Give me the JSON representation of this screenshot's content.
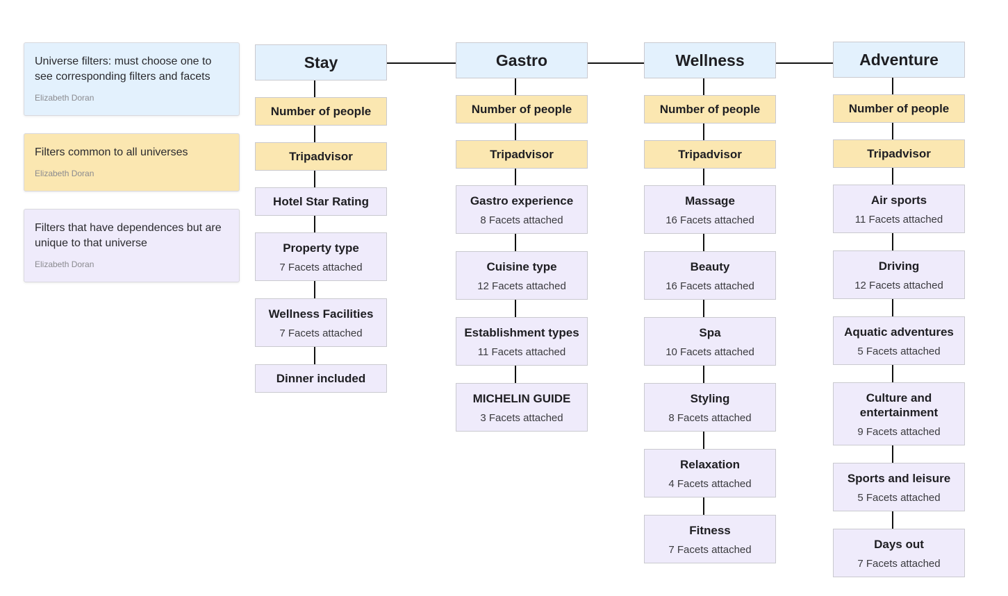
{
  "legend": [
    {
      "text": "Universe filters: must choose one to see corresponding filters and facets",
      "author": "Elizabeth Doran",
      "color": "#e3f1fd"
    },
    {
      "text": "Filters common to all universes",
      "author": "Elizabeth Doran",
      "color": "#fbe7b1"
    },
    {
      "text": "Filters that have dependences but are unique to that universe",
      "author": "Elizabeth Doran",
      "color": "#efebfb"
    }
  ],
  "colors": {
    "universe": "#e3f1fd",
    "common": "#fbe7b1",
    "unique": "#efebfb",
    "connector": "#111111"
  },
  "universes": [
    {
      "name": "Stay",
      "common": [
        "Number of people",
        "Tripadvisor"
      ],
      "filters": [
        {
          "title": "Hotel Star Rating",
          "facets": null
        },
        {
          "title": "Property type",
          "facets": "7 Facets attached"
        },
        {
          "title": "Wellness Facilities",
          "facets": "7 Facets attached"
        },
        {
          "title": "Dinner included",
          "facets": null
        }
      ]
    },
    {
      "name": "Gastro",
      "common": [
        "Number of people",
        "Tripadvisor"
      ],
      "filters": [
        {
          "title": "Gastro experience",
          "facets": "8 Facets attached"
        },
        {
          "title": "Cuisine type",
          "facets": "12 Facets attached"
        },
        {
          "title": "Establishment types",
          "facets": "11 Facets attached"
        },
        {
          "title": "MICHELIN GUIDE",
          "facets": "3 Facets attached"
        }
      ]
    },
    {
      "name": "Wellness",
      "common": [
        "Number of people",
        "Tripadvisor"
      ],
      "filters": [
        {
          "title": "Massage",
          "facets": "16 Facets attached"
        },
        {
          "title": "Beauty",
          "facets": "16 Facets attached"
        },
        {
          "title": "Spa",
          "facets": "10 Facets attached"
        },
        {
          "title": "Styling",
          "facets": "8 Facets attached"
        },
        {
          "title": "Relaxation",
          "facets": "4 Facets attached"
        },
        {
          "title": "Fitness",
          "facets": "7 Facets attached"
        }
      ]
    },
    {
      "name": "Adventure",
      "common": [
        "Number of people",
        "Tripadvisor"
      ],
      "filters": [
        {
          "title": "Air sports",
          "facets": "11 Facets attached"
        },
        {
          "title": "Driving",
          "facets": "12 Facets attached"
        },
        {
          "title": "Aquatic adventures",
          "facets": "5 Facets attached"
        },
        {
          "title": "Culture and entertainment",
          "facets": "9 Facets attached"
        },
        {
          "title": "Sports and leisure",
          "facets": "5 Facets attached"
        },
        {
          "title": "Days out",
          "facets": "7 Facets attached"
        }
      ]
    }
  ]
}
